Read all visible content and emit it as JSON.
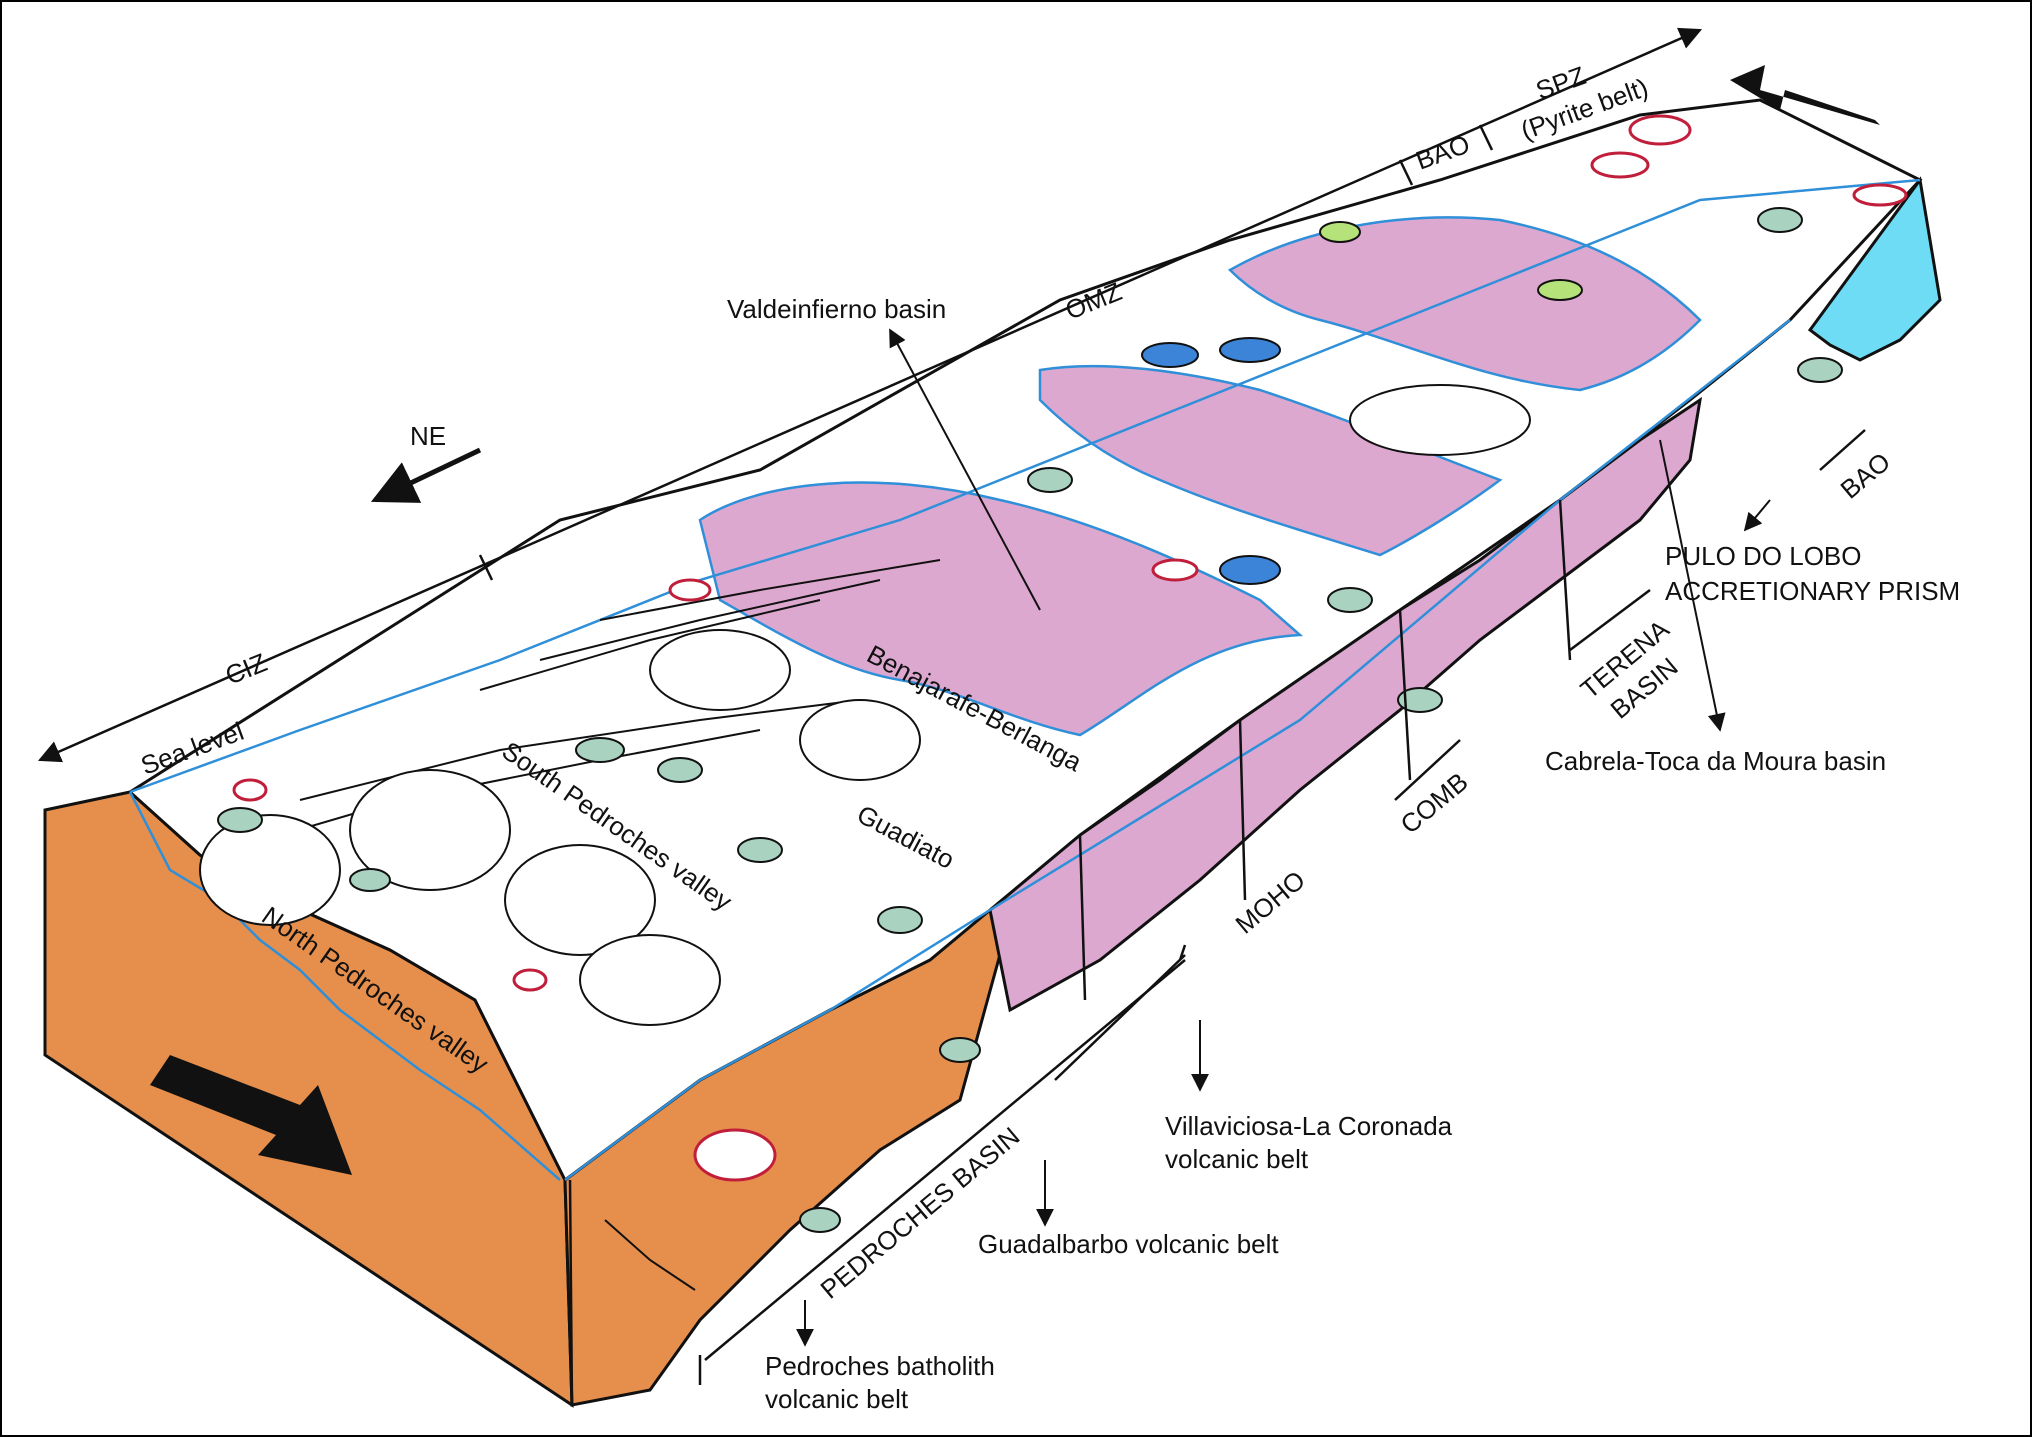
{
  "labels": {
    "spz": "SPZ",
    "pyrite_belt": "(Pyrite belt)",
    "bao_top": "BAO",
    "omz": "OMZ",
    "ciz": "CIZ",
    "ne": "NE",
    "sea_level": "Sea level",
    "valdeinfierno": "Valdeinfierno basin",
    "benajarafe": "Benajarafe-Berlanga",
    "guadiato": "Guadiato",
    "south_pedroches": "South Pedroches valley",
    "north_pedroches": "North Pedroches valley",
    "moho": "MOHO",
    "comb": "COMB",
    "terena": "TERENA",
    "terena_basin": "BASIN",
    "bao_right": "BAO",
    "pulo_line1": "PULO DO LOBO",
    "pulo_line2": "ACCRETIONARY PRISM",
    "cabrela": "Cabrela-Toca da Moura basin",
    "villaviciosa_line1": "Villaviciosa-La Coronada",
    "villaviciosa_line2": "volcanic belt",
    "guadalbarbo": "Guadalbarbo volcanic belt",
    "pedroches_basin": "PEDROCHES BASIN",
    "batholith_line1": "Pedroches batholith",
    "batholith_line2": "volcanic belt"
  },
  "colors": {
    "orange_block": "#e68f4c",
    "pink_block": "#dda8d0",
    "cyan_block": "#6fdcf5",
    "green_lens": "#a9d2c0",
    "lime_lens": "#b6e27a",
    "blue_lens": "#3b84d8",
    "coast_line": "#2f8fd8",
    "granite_outline": "#c01e3a"
  }
}
